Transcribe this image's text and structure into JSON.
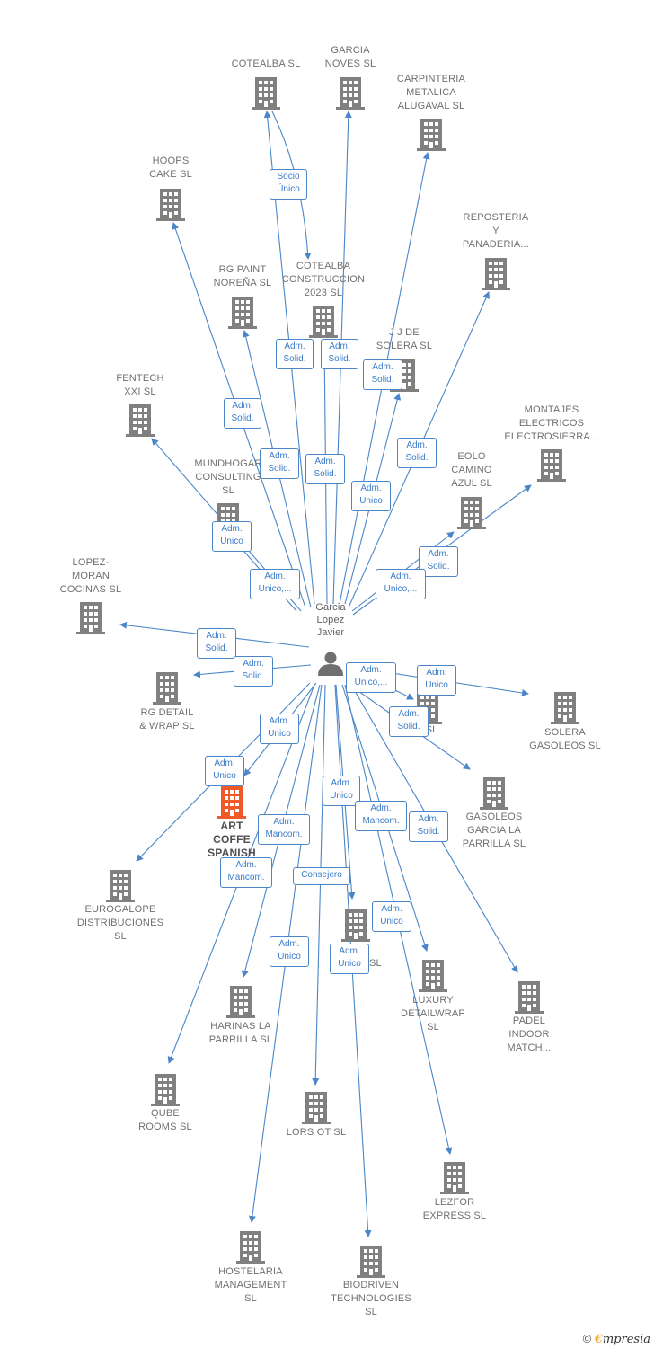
{
  "center": {
    "label": "Garcia\nLopez\nJavier",
    "icon": "person-icon"
  },
  "colors": {
    "edge": "#4a86c8",
    "building": "#808080",
    "highlight": "#f05a28"
  },
  "icons": {
    "company": "building-icon",
    "person": "person-icon"
  },
  "nodes": [
    {
      "id": "cotealba",
      "label": "COTEALBA SL"
    },
    {
      "id": "garcia_noves",
      "label": "GARCIA\nNOVES  SL"
    },
    {
      "id": "carpinteria",
      "label": "CARPINTERIA\nMETALICA\nALUGAVAL SL"
    },
    {
      "id": "hoops",
      "label": "HOOPS\nCAKE  SL"
    },
    {
      "id": "reposteria",
      "label": "REPOSTERIA\nY\nPANADERIA..."
    },
    {
      "id": "rg_paint",
      "label": "RG PAINT\nNOREÑA  SL"
    },
    {
      "id": "cotealba2023",
      "label": "COTEALBA\nCONSTRUCCION\n2023  SL"
    },
    {
      "id": "jj_solera",
      "label": "J J DE\nSOLERA SL"
    },
    {
      "id": "fentech",
      "label": "FENTECH\nXXI  SL"
    },
    {
      "id": "montajes",
      "label": "MONTAJES\nELECTRICOS\nELECTROSIERRA..."
    },
    {
      "id": "mundhogar",
      "label": "MUNDHOGAR\nCONSULTING\nSL"
    },
    {
      "id": "eolo",
      "label": "EOLO\nCAMINO\nAZUL SL"
    },
    {
      "id": "lopez_moran",
      "label": "LOPEZ-\nMORAN\nCOCINAS SL"
    },
    {
      "id": "rg_detail",
      "label": "RG DETAIL\n& WRAP  SL"
    },
    {
      "id": "solera_l",
      "label": "L  SL"
    },
    {
      "id": "solera_gasoleos",
      "label": "SOLERA\nGASOLEOS SL"
    },
    {
      "id": "art_coffe",
      "label": "ART\nCOFFE\nSPANISH"
    },
    {
      "id": "gasoleos_parrilla",
      "label": "GASOLEOS\nGARCIA LA\nPARRILLA  SL"
    },
    {
      "id": "eurogalope",
      "label": "EUROGALOPE\nDISTRIBUCIONES\nSL"
    },
    {
      "id": "sol_es",
      "label": "SOL        ES SL"
    },
    {
      "id": "luxury",
      "label": "LUXURY\nDETAILWRAP\nSL"
    },
    {
      "id": "padel",
      "label": "PADEL\nINDOOR\nMATCH..."
    },
    {
      "id": "harinas",
      "label": "HARINAS LA\nPARRILLA SL"
    },
    {
      "id": "qube",
      "label": "QUBE\nROOMS  SL"
    },
    {
      "id": "lors",
      "label": "LORS OT  SL"
    },
    {
      "id": "lezfor",
      "label": "LEZFOR\nEXPRESS  SL"
    },
    {
      "id": "hostelaria",
      "label": "HOSTELARIA\nMANAGEMENT\nSL"
    },
    {
      "id": "biodriven",
      "label": "BIODRIVEN\nTECHNOLOGIES\nSL"
    }
  ],
  "relations": [
    {
      "id": "socio_unico",
      "label": "Socio\nÚnico"
    },
    {
      "id": "r_cotealba",
      "label": "Adm.\nSolid."
    },
    {
      "id": "r_noves",
      "label": "Adm.\nSolid."
    },
    {
      "id": "r_jj",
      "label": "Adm.\nSolid."
    },
    {
      "id": "r_rgpaint",
      "label": "Adm.\nSolid."
    },
    {
      "id": "r_repos",
      "label": "Adm.\nSolid."
    },
    {
      "id": "r_hoops",
      "label": "Adm.\nSolid."
    },
    {
      "id": "r_c2023",
      "label": "Adm.\nSolid."
    },
    {
      "id": "r_carp",
      "label": "Adm.\nUnico"
    },
    {
      "id": "r_eolo",
      "label": "Adm.\nSolid."
    },
    {
      "id": "r_fentech",
      "label": "Adm.\nUnico"
    },
    {
      "id": "r_mund",
      "label": "Adm.\nUnico,..."
    },
    {
      "id": "r_montajes",
      "label": "Adm.\nUnico,..."
    },
    {
      "id": "r_lopez",
      "label": "Adm.\nSolid."
    },
    {
      "id": "r_rgdetail",
      "label": "Adm.\nSolid."
    },
    {
      "id": "r_l_sl",
      "label": "Adm.\nUnico,..."
    },
    {
      "id": "r_solera_g",
      "label": "Adm.\nUnico"
    },
    {
      "id": "r_gasoleos",
      "label": "Adm.\nSolid."
    },
    {
      "id": "r_euro",
      "label": "Adm.\nUnico"
    },
    {
      "id": "r_art",
      "label": "Adm.\nUnico"
    },
    {
      "id": "r_sol_es",
      "label": "Adm.\nUnico"
    },
    {
      "id": "r_harinas",
      "label": "Adm.\nMancom."
    },
    {
      "id": "r_luxury",
      "label": "Adm.\nMancom."
    },
    {
      "id": "r_padel",
      "label": "Adm.\nSolid."
    },
    {
      "id": "r_qube",
      "label": "Adm.\nMancom."
    },
    {
      "id": "r_lors",
      "label": "Consejero"
    },
    {
      "id": "r_lezfor",
      "label": "Adm.\nUnico"
    },
    {
      "id": "r_hostel",
      "label": "Adm.\nUnico"
    },
    {
      "id": "r_bio",
      "label": "Adm.\nUnico"
    }
  ],
  "footer": {
    "copyright": "©",
    "brand_e": "€",
    "brand_rest": "mpresia"
  }
}
